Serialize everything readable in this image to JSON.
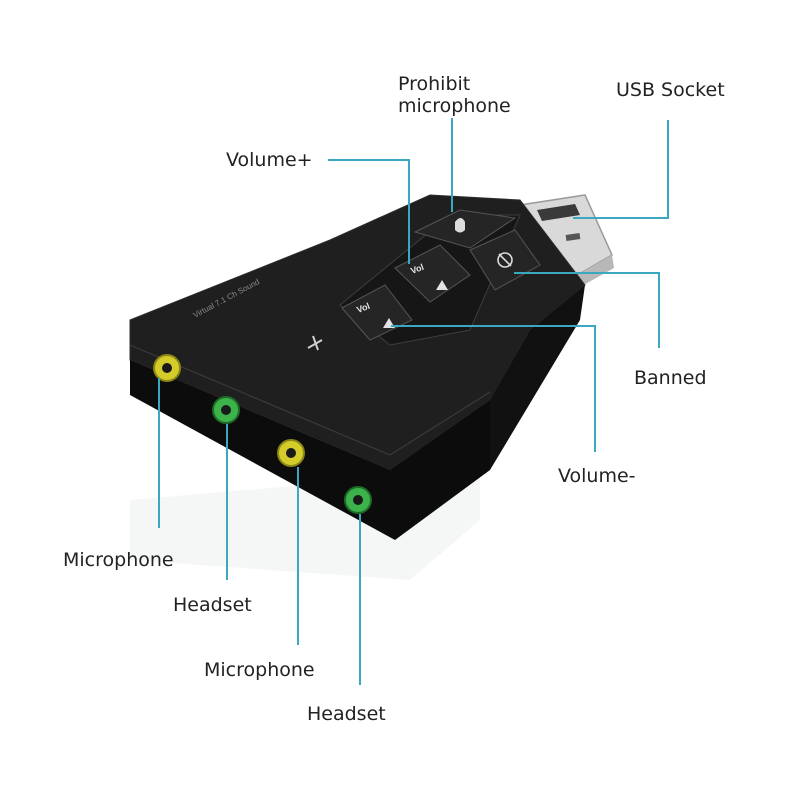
{
  "colors": {
    "callout_line": "#3aa8c1",
    "device_body": "#141414",
    "jack_yellow": "#d4cc2a",
    "jack_green": "#3cb24a",
    "label_text": "#222222"
  },
  "labels": {
    "prohibit_microphone": "Prohibit microphone",
    "usb_socket": "USB Socket",
    "volume_plus": "Volume+",
    "banned": "Banned",
    "volume_minus": "Volume-",
    "microphone_1": "Microphone",
    "headset_1": "Headset",
    "microphone_2": "Microphone",
    "headset_2": "Headset"
  },
  "device": {
    "engraving": "Virtual 7.1 Ch Sound",
    "vol_key_top": "Vol",
    "vol_key_bottom": "Vol"
  }
}
